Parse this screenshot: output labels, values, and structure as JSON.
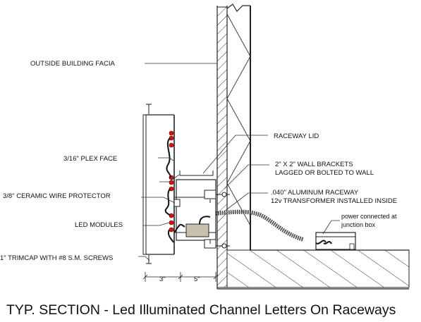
{
  "title": "TYP. SECTION - Led Illuminated Channel Letters On Raceways",
  "labels": {
    "facia": "OUTSIDE BUILDING FACIA",
    "raceway_lid": "RACEWAY LID",
    "plex_face": "3/16\" PLEX FACE",
    "wall_brackets_1": "2\" X 2\" WALL BRACKETS",
    "wall_brackets_2": "LAGGED OR BOLTED TO WALL",
    "ceramic": "3/8\" CERAMIC WIRE PROTECTOR",
    "raceway_1": ".040\" ALUMINUM RACEWAY",
    "raceway_2": "12v TRANSFORMER INSTALLED INSIDE",
    "led_modules": "LED MODULES",
    "power_1": "power connected at",
    "power_2": "junction box",
    "trimcap": "1\" TRIMCAP WITH #8 S.M. SCREWS"
  },
  "dimensions": {
    "letter_depth": "3\"",
    "raceway_depth": "5\""
  }
}
